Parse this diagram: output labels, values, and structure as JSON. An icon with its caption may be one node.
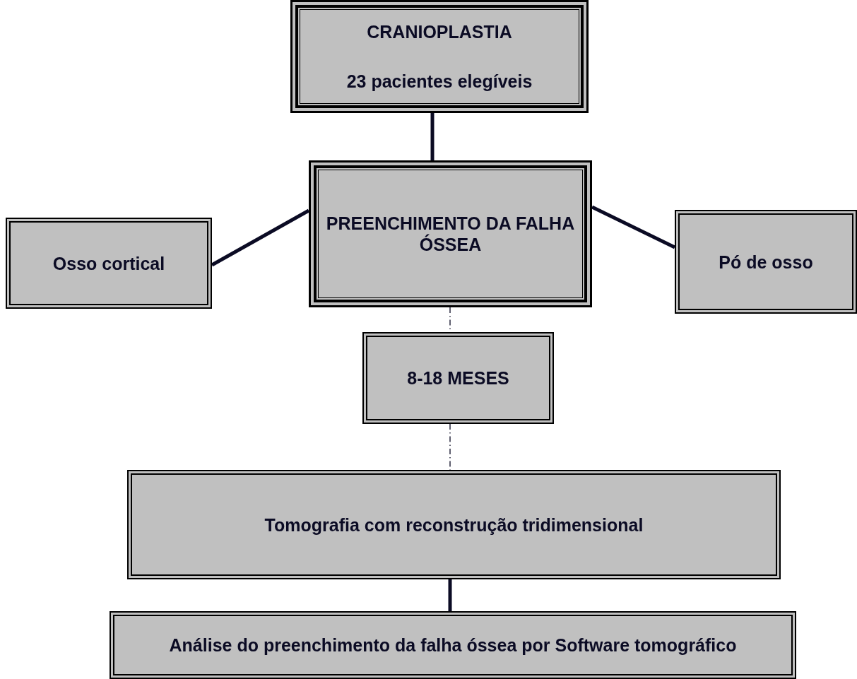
{
  "diagram": {
    "nodes": [
      {
        "text": [
          "CRANIOPLASTIA",
          "23 pacientes elegíveis"
        ]
      },
      {
        "text": [
          "PREENCHIMENTO DA FALHA ÓSSEA"
        ]
      },
      {
        "text": [
          "Osso cortical"
        ]
      },
      {
        "text": [
          "Pó de osso"
        ]
      },
      {
        "text": [
          "8-18 MESES"
        ]
      },
      {
        "text": [
          "Tomografia com reconstrução tridimensional"
        ]
      },
      {
        "text": [
          "Análise do preenchimento da falha óssea por Software tomográfico"
        ]
      }
    ],
    "edges": [
      {
        "from": 0,
        "to": 1,
        "arrow": "none"
      },
      {
        "from": 1,
        "to": 2,
        "arrow": "none"
      },
      {
        "from": 1,
        "to": 3,
        "arrow": "none"
      },
      {
        "from": 1,
        "to": 4,
        "arrow": "none",
        "style": "dashed"
      },
      {
        "from": 4,
        "to": 5,
        "arrow": "none",
        "style": "dashed"
      },
      {
        "from": 5,
        "to": 6,
        "arrow": "none"
      }
    ]
  }
}
